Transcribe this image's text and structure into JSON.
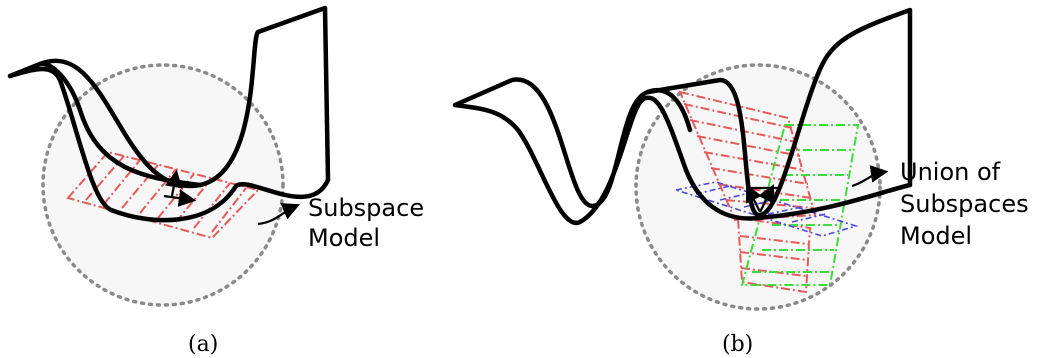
{
  "panel_a": {
    "label_lines": [
      "Subspace",
      "Model"
    ],
    "caption": "(a)"
  },
  "panel_b": {
    "label_lines": [
      "Union of",
      "Subspaces",
      "Model"
    ],
    "caption": "(b)"
  },
  "colors": {
    "subspace_red": "#e85a5a",
    "subspace_green": "#3ddc3d",
    "subspace_blue": "#4a4ae0",
    "ball_fill": "#f7f7f7",
    "ball_border": "#8a8a8a"
  }
}
